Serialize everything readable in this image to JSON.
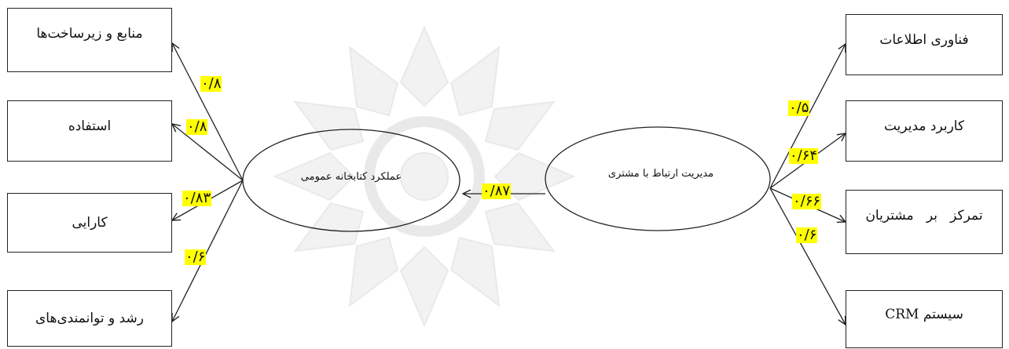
{
  "left_boxes": [
    {
      "label": "منابع و زیرساخت‌ها"
    },
    {
      "label": "استفاده"
    },
    {
      "label": "کارایی"
    },
    {
      "label": "رشد و توانمندی‌های"
    }
  ],
  "right_boxes": [
    {
      "label": "فناوری اطلاعات"
    },
    {
      "label": "کاربرد مدیریت"
    },
    {
      "label": "تمرکز   بر   مشتریان"
    },
    {
      "label": "سیستم CRM"
    }
  ],
  "ellipses": {
    "left": {
      "label": "عملکرد کتابخانه عمومی"
    },
    "right": {
      "label": "مدیریت ارتباط با مشتری"
    }
  },
  "coefficients": {
    "left": [
      "۰/۸",
      "۰/۸",
      "۰/۸۳",
      "۰/۶"
    ],
    "center": "۰/۸۷",
    "right": [
      "۰/۵",
      "۰/۶۴",
      "۰/۶۶",
      "۰/۶"
    ]
  },
  "colors": {
    "highlight": "#ffff00",
    "line": "#222222",
    "watermark": "#d9d9d9"
  }
}
